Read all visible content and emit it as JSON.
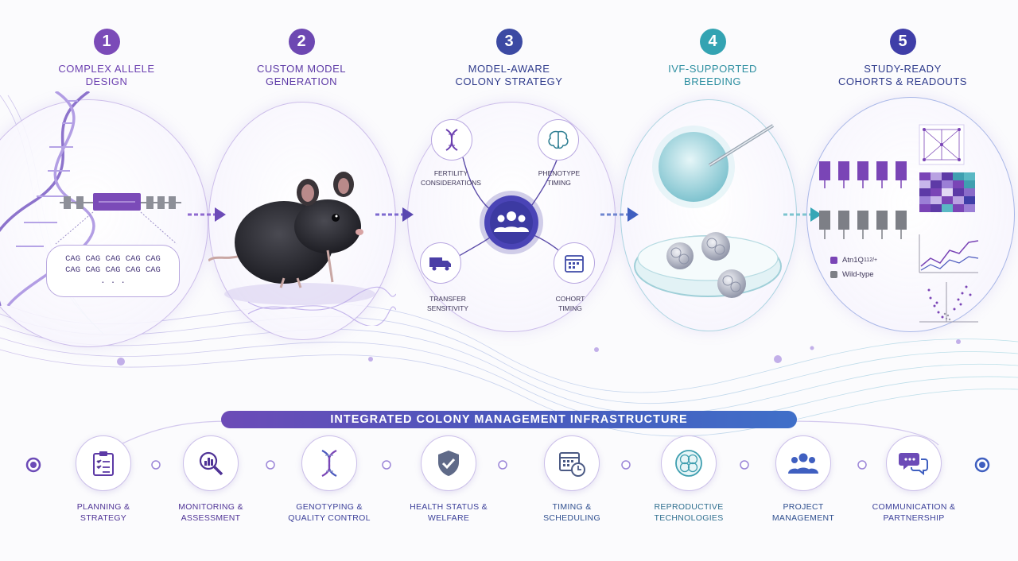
{
  "steps": [
    {
      "number": "1",
      "title": "COMPLEX ALLELE DESIGN",
      "line1": "COMPLEX ALLELE",
      "line2": "DESIGN",
      "color": "#7b4bb8"
    },
    {
      "number": "2",
      "title": "CUSTOM MODEL GENERATION",
      "line1": "CUSTOM MODEL",
      "line2": "GENERATION",
      "color": "#6d48b2"
    },
    {
      "number": "3",
      "title": "MODEL-AWARE COLONY STRATEGY",
      "line1": "MODEL-AWARE",
      "line2": "COLONY STRATEGY",
      "color": "#4f4aa8"
    },
    {
      "number": "4",
      "title": "IVF-SUPPORTED BREEDING",
      "line1": "IVF-SUPPORTED",
      "line2": "BREEDING",
      "color": "#3aa3b3"
    },
    {
      "number": "5",
      "title": "STUDY-READY COHORTS & READOUTS",
      "line1": "STUDY-READY",
      "line2": "COHORTS & READOUTS",
      "color": "#4b4ab0"
    }
  ],
  "allele_repeat": {
    "row1": "CAG CAG CAG CAG CAG",
    "row2": "CAG CAG CAG CAG CAG",
    "row3": ". . ."
  },
  "strategy_nodes": {
    "fertility": "FERTILITY CONSIDERATIONS",
    "phenotype": "PHENOTYPE TIMING",
    "transfer_l1": "TRANSFER",
    "transfer_l2": "SENSITIVITY",
    "cohort_l1": "COHORT",
    "cohort_l2": "TIMING",
    "fertility_l1": "FERTILITY",
    "fertility_l2": "CONSIDERATIONS",
    "phenotype_l1": "PHENOTYPE",
    "phenotype_l2": "TIMING"
  },
  "legend": {
    "mutant_base": "Atn1Q",
    "mutant_sup": "112/+",
    "wildtype": "Wild-type",
    "mutant_color": "#7a45b6",
    "wildtype_color": "#7d7f86"
  },
  "band_title": "INTEGRATED COLONY MANAGEMENT INFRASTRUCTURE",
  "infrastructure": [
    {
      "line1": "PLANNING &",
      "line2": "STRATEGY",
      "icon": "clipboard-icon"
    },
    {
      "line1": "MONITORING &",
      "line2": "ASSESSMENT",
      "icon": "magnifier-chart-icon"
    },
    {
      "line1": "GENOTYPING &",
      "line2": "QUALITY CONTROL",
      "icon": "dna-icon"
    },
    {
      "line1": "HEALTH STATUS &",
      "line2": "WELFARE",
      "icon": "shield-check-icon"
    },
    {
      "line1": "TIMING &",
      "line2": "SCHEDULING",
      "icon": "calendar-clock-icon"
    },
    {
      "line1": "REPRODUCTIVE",
      "line2": "TECHNOLOGIES",
      "icon": "embryo-icon"
    },
    {
      "line1": "PROJECT",
      "line2": "MANAGEMENT",
      "icon": "team-icon"
    },
    {
      "line1": "COMMUNICATION &",
      "line2": "PARTNERSHIP",
      "icon": "chat-bubbles-icon"
    }
  ],
  "colors": {
    "purple": "#6c4bb7",
    "blue": "#3f5fc0",
    "teal": "#36a7b6"
  }
}
